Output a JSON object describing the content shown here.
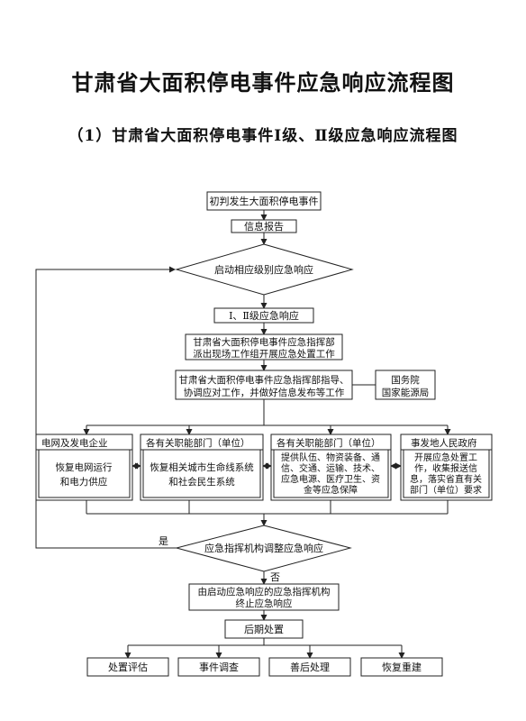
{
  "page_title": "甘肃省大面积停电事件应急响应流程图",
  "sub_title": "（1）甘肃省大面积停电事件Ⅰ级、Ⅱ级应急响应流程图",
  "flow": {
    "initial": "初判发生大面积停电事件",
    "report": "信息报告",
    "decision_start": "启动相应级别应急响应",
    "level": "Ⅰ、Ⅱ级应急响应",
    "dispatch": [
      "甘肃省大面积停电事件应急指挥部",
      "派出现场工作组开展应急处置工作"
    ],
    "guide": [
      "甘肃省大面积停电事件应急指挥部指导、",
      "协调应对工作，并做好信息发布等工作"
    ],
    "state_council": [
      "国务院",
      "国家能源局"
    ],
    "branches": [
      {
        "header": "电网及发电企业",
        "body": [
          "恢复电网运行",
          "和电力供应"
        ]
      },
      {
        "header": "各有关职能部门（单位）",
        "body": [
          "恢复相关城市生命线系统",
          "和社会民生系统"
        ]
      },
      {
        "header": "各有关职能部门（单位）",
        "body": [
          "提供队伍、物资装备、通",
          "信、交通、运输、技术、",
          "应急电源、医疗卫生、资",
          "金等应急保障"
        ]
      },
      {
        "header": "事发地人民政府",
        "body": [
          "开展应急处置工",
          "作，收集报送信",
          "息，落实省直有关",
          "部门（单位）要求"
        ]
      }
    ],
    "decision_adjust": "应急指挥机构调整应急响应",
    "yes_label": "是",
    "no_label": "否",
    "terminate": [
      "由启动应急响应的应急指挥机构",
      "终止应急响应"
    ],
    "post": "后期处置",
    "final": [
      "处置评估",
      "事件调查",
      "善后处理",
      "恢复重建"
    ]
  }
}
